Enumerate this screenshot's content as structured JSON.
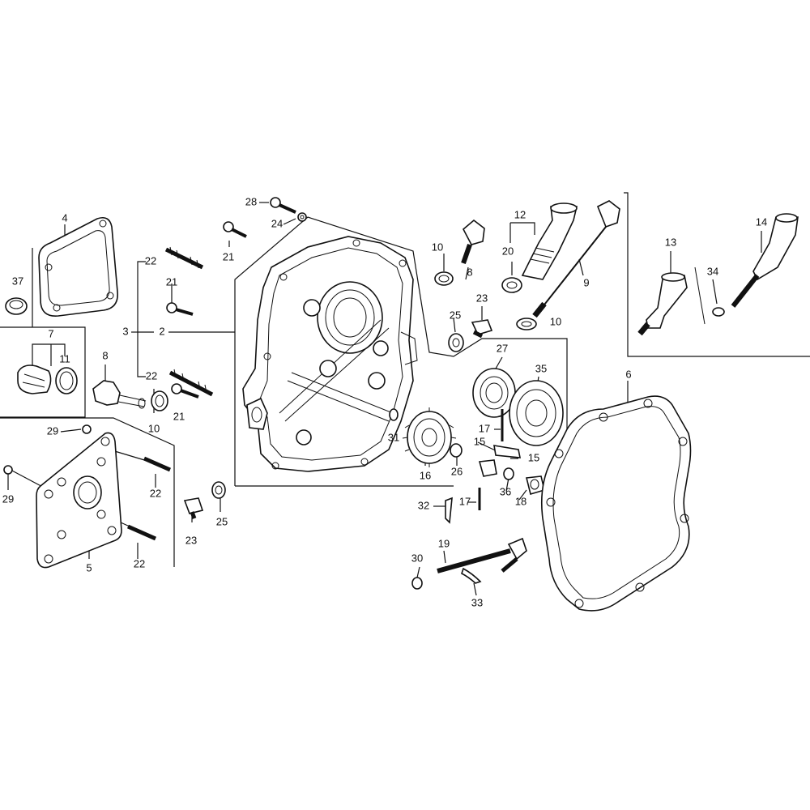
{
  "diagram": {
    "labels": {
      "l1": "2",
      "l2": "3",
      "l3": "4",
      "l4": "5",
      "l5": "6",
      "l6": "7",
      "l7": "8",
      "l8": "8",
      "l9": "9",
      "l10": "10",
      "l11": "10",
      "l12": "10",
      "l13": "11",
      "l14": "12",
      "l15": "13",
      "l16": "14",
      "l17": "15",
      "l18": "15",
      "l19": "16",
      "l20": "17",
      "l21": "17",
      "l22": "18",
      "l23": "19",
      "l24": "20",
      "l25": "21",
      "l26": "21",
      "l27": "21",
      "l28": "22",
      "l29": "22",
      "l30": "22",
      "l31": "22",
      "l32": "23",
      "l33": "23",
      "l34": "24",
      "l35": "25",
      "l36": "25",
      "l37": "26",
      "l38": "27",
      "l39": "28",
      "l40": "29",
      "l41": "29",
      "l42": "30",
      "l43": "31",
      "l44": "32",
      "l45": "33",
      "l46": "34",
      "l47": "35",
      "l48": "36",
      "l49": "37"
    }
  }
}
